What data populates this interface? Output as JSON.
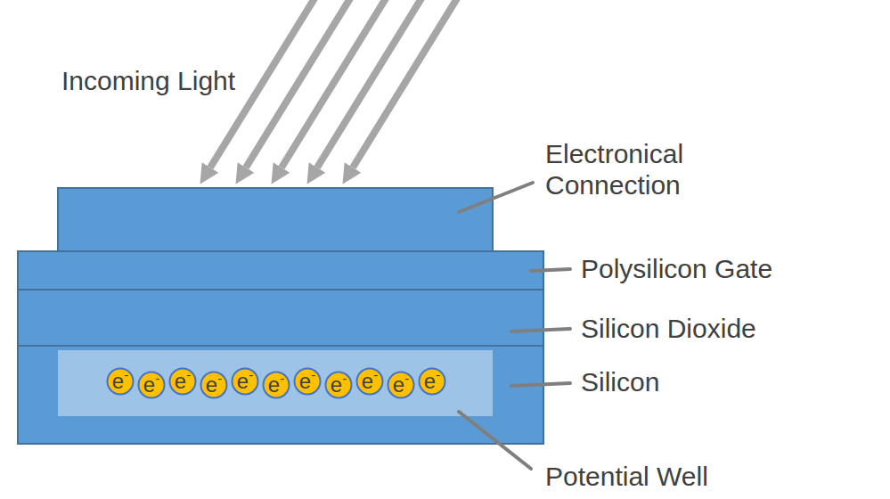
{
  "diagram": {
    "nodes": [
      {
        "text": [
          "e",
          "-"
        ]
      },
      {
        "text": [
          "e",
          "-"
        ]
      },
      {
        "text": [
          "e",
          "-"
        ]
      },
      {
        "text": [
          "e",
          "-"
        ]
      },
      {
        "text": [
          "e",
          "-"
        ]
      },
      {
        "text": [
          "e",
          "-"
        ]
      },
      {
        "text": [
          "e",
          "-"
        ]
      },
      {
        "text": [
          "e",
          "-"
        ]
      },
      {
        "text": [
          "e",
          "-"
        ]
      },
      {
        "text": [
          "e",
          "-"
        ]
      },
      {
        "text": [
          "e",
          "-"
        ]
      }
    ],
    "labels": [
      "Incoming Light",
      "Electronical Connection",
      "Polysilicon Gate",
      "Silicon Dioxide",
      "Silicon",
      "Potential Well"
    ]
  }
}
